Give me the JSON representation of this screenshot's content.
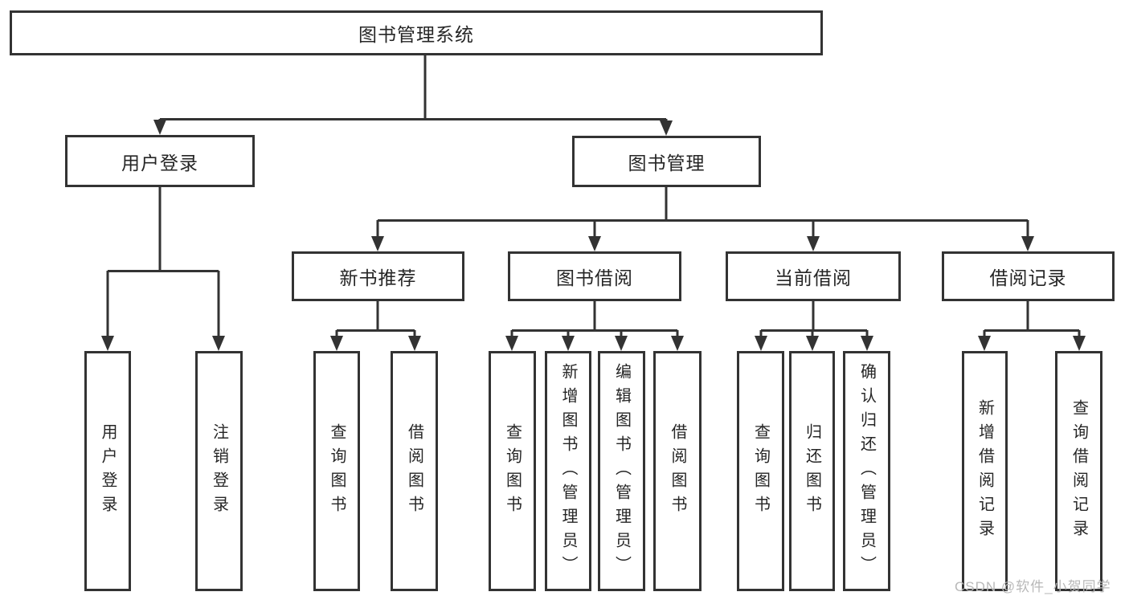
{
  "diagram": {
    "root": {
      "label": "图书管理系统"
    },
    "children": [
      {
        "label": "用户登录",
        "children": [
          {
            "label": "用户登录"
          },
          {
            "label": "注销登录"
          }
        ]
      },
      {
        "label": "图书管理",
        "children": [
          {
            "label": "新书推荐",
            "children": [
              {
                "label": "查询图书"
              },
              {
                "label": "借阅图书"
              }
            ]
          },
          {
            "label": "图书借阅",
            "children": [
              {
                "label": "查询图书"
              },
              {
                "label": "新增图书（管理员）"
              },
              {
                "label": "编辑图书（管理员）"
              },
              {
                "label": "借阅图书"
              }
            ]
          },
          {
            "label": "当前借阅",
            "children": [
              {
                "label": "查询图书"
              },
              {
                "label": "归还图书"
              },
              {
                "label": "确认归还（管理员）"
              }
            ]
          },
          {
            "label": "借阅记录",
            "children": [
              {
                "label": "新增借阅记录"
              },
              {
                "label": "查询借阅记录"
              }
            ]
          }
        ]
      }
    ]
  },
  "watermark": {
    "text": "CSDN @软件_小贺同学"
  },
  "colors": {
    "line": "#333333",
    "text": "#262626",
    "watermark": "#b8b8b8",
    "background": "#ffffff"
  }
}
